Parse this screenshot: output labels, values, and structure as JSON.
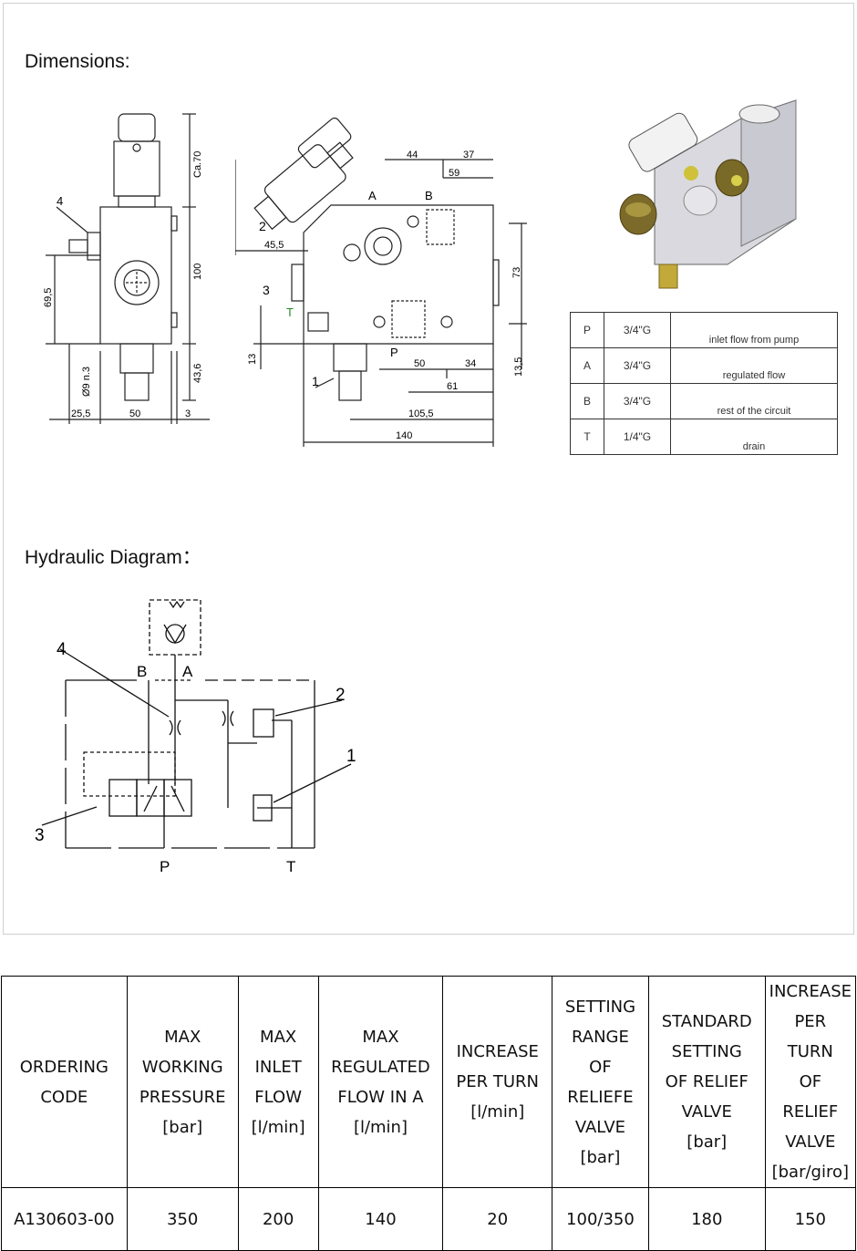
{
  "dimensions_heading": "Dimensions:",
  "hydraulic_heading": "Hydraulic Diagram：",
  "side_view": {
    "labels": {
      "item4": "4",
      "ca70": "Ca.70",
      "h100": "100",
      "h69_5": "69,5",
      "hole": "Ø9 n.3",
      "h43_6": "43,6",
      "w25_5": "25,5",
      "w50": "50",
      "w3": "3"
    }
  },
  "front_view": {
    "labels": {
      "d44": "44",
      "d37": "37",
      "d59": "59",
      "portA": "A",
      "portB": "B",
      "item2": "2",
      "d45_5": "45,5",
      "d73": "73",
      "item3": "3",
      "portT": "T",
      "d13": "13",
      "portP": "P",
      "d50": "50",
      "d34": "34",
      "d13_5": "13,5",
      "item1": "1",
      "d61": "61",
      "d105_5": "105,5",
      "d140": "140"
    }
  },
  "ports": [
    {
      "port": "P",
      "size": "3/4\"G",
      "desc": "inlet flow from pump"
    },
    {
      "port": "A",
      "size": "3/4\"G",
      "desc": "regulated flow"
    },
    {
      "port": "B",
      "size": "3/4\"G",
      "desc": "rest of the circuit"
    },
    {
      "port": "T",
      "size": "1/4\"G",
      "desc": "drain"
    }
  ],
  "hydraulic": {
    "B": "B",
    "A": "A",
    "P": "P",
    "T": "T",
    "n1": "1",
    "n2": "2",
    "n3": "3",
    "n4": "4"
  },
  "spec_table": {
    "headers": [
      [
        "ORDERING",
        "CODE"
      ],
      [
        "MAX",
        "WORKING",
        "PRESSURE",
        "[bar]"
      ],
      [
        "MAX",
        "INLET",
        "FLOW",
        "[l/min]"
      ],
      [
        "MAX",
        "REGULATED",
        "FLOW IN A",
        "[l/min]"
      ],
      [
        "INCREASE",
        "PER TURN",
        "[l/min]"
      ],
      [
        "SETTING",
        "RANGE",
        "OF",
        "RELIEFE",
        "VALVE",
        "[bar]"
      ],
      [
        "STANDARD",
        "SETTING",
        "OF RELIEF",
        "VALVE",
        "[bar]"
      ],
      [
        "INCREASE",
        "PER TURN",
        "OF RELIEF",
        "VALVE",
        "[bar/giro]"
      ]
    ],
    "row": [
      "A130603-00",
      "350",
      "200",
      "140",
      "20",
      "100/350",
      "180",
      "150"
    ]
  }
}
